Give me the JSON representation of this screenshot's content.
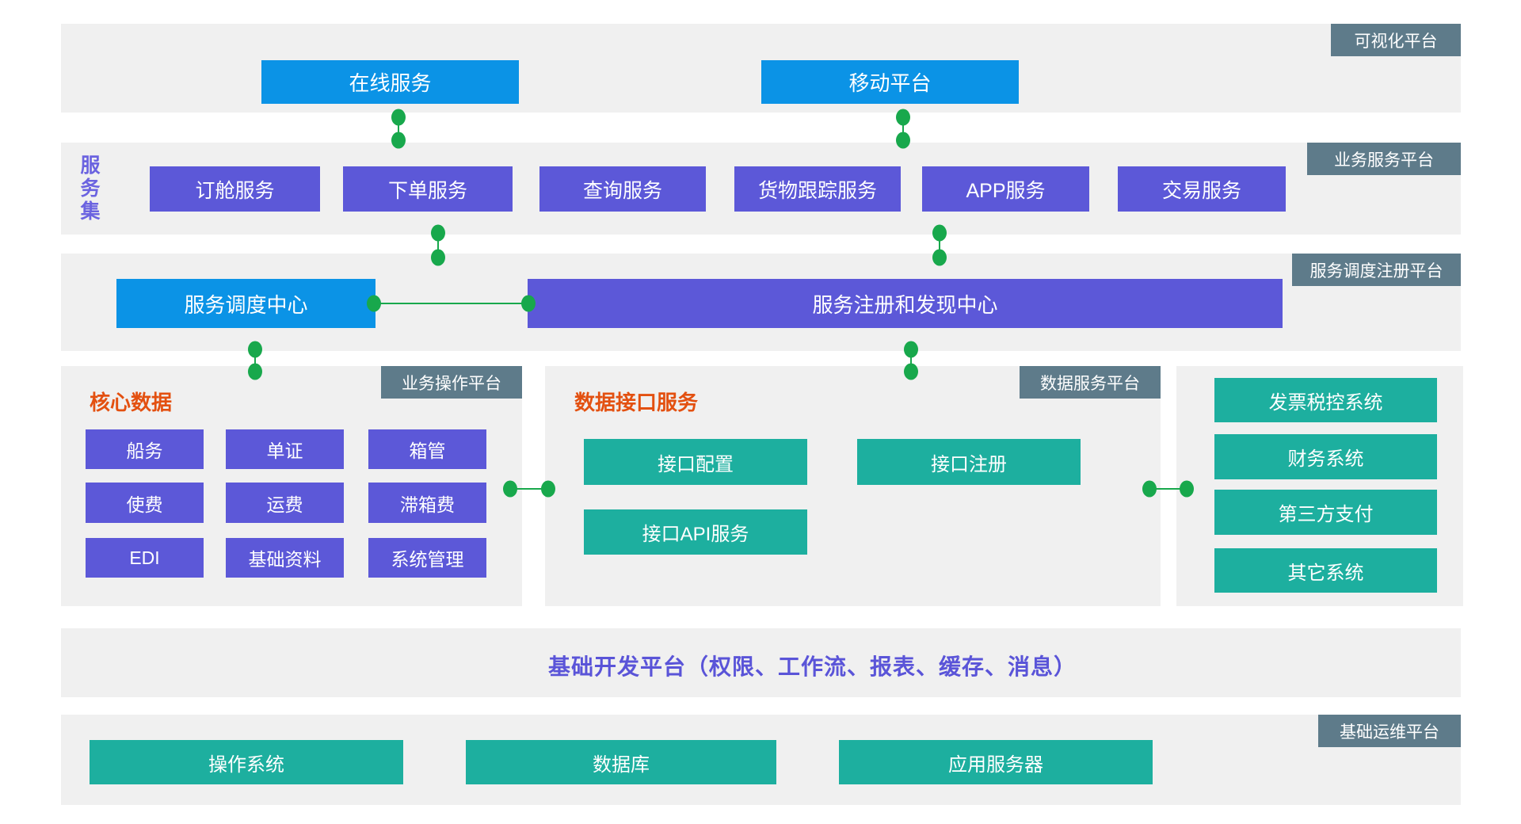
{
  "colors": {
    "band_background": "#f0f0f0",
    "blue_accent": "#0b93e6",
    "purple_accent": "#5c58d8",
    "teal_accent": "#1daf9f",
    "slate_tag": "#5e7b8a",
    "connector_green": "#18a84c",
    "heading_red": "#e35010",
    "indigo_text": "#5a54d8"
  },
  "bands": {
    "visualization": {
      "tag": "可视化平台",
      "buttons": [
        "在线服务",
        "移动平台"
      ]
    },
    "business": {
      "tag": "业务服务平台",
      "side_label": "服务集",
      "buttons": [
        "订舱服务",
        "下单服务",
        "查询服务",
        "货物跟踪服务",
        "APP服务",
        "交易服务"
      ]
    },
    "registry": {
      "tag": "服务调度注册平台",
      "buttons": [
        "服务调度中心",
        "服务注册和发现中心"
      ]
    },
    "dev": {
      "text": "基础开发平台（权限、工作流、报表、缓存、消息）"
    },
    "ops": {
      "tag": "基础运维平台",
      "buttons": [
        "操作系统",
        "数据库",
        "应用服务器"
      ]
    }
  },
  "panels": {
    "operations": {
      "tag": "业务操作平台",
      "heading": "核心数据",
      "items": [
        "船务",
        "单证",
        "箱管",
        "使费",
        "运费",
        "滞箱费",
        "EDI",
        "基础资料",
        "系统管理"
      ]
    },
    "data_service": {
      "tag": "数据服务平台",
      "heading": "数据接口服务",
      "items": [
        "接口配置",
        "接口注册",
        "接口API服务"
      ]
    },
    "external": {
      "items": [
        "发票税控系统",
        "财务系统",
        "第三方支付",
        "其它系统"
      ]
    }
  }
}
